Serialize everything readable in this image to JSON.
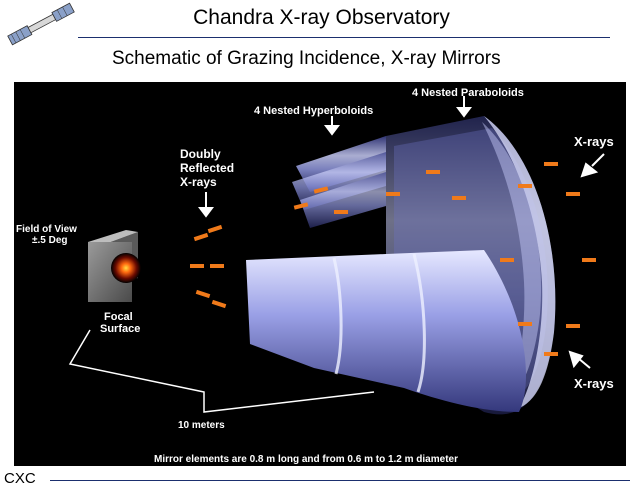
{
  "header": {
    "title": "Chandra X-ray Observatory",
    "subtitle": "Schematic of Grazing Incidence, X-ray Mirrors"
  },
  "diagram": {
    "label_paraboloids": "4 Nested Paraboloids",
    "label_hyperboloids": "4 Nested Hyperboloids",
    "label_doubly_l1": "Doubly",
    "label_doubly_l2": "Reflected",
    "label_doubly_l3": "X-rays",
    "label_xrays_top": "X-rays",
    "label_xrays_bottom": "X-rays",
    "label_fov_l1": "Field of View",
    "label_fov_l2": "±.5 Deg",
    "label_focal_l1": "Focal",
    "label_focal_l2": "Surface",
    "label_distance": "10 meters",
    "caption": "Mirror elements are 0.8 m long and from 0.6 m to 1.2 m diameter"
  },
  "footer": {
    "label": "CXC"
  },
  "colors": {
    "rule": "#1b2f6e",
    "ray": "#f07a1a",
    "mirror": "#8a92e0"
  }
}
